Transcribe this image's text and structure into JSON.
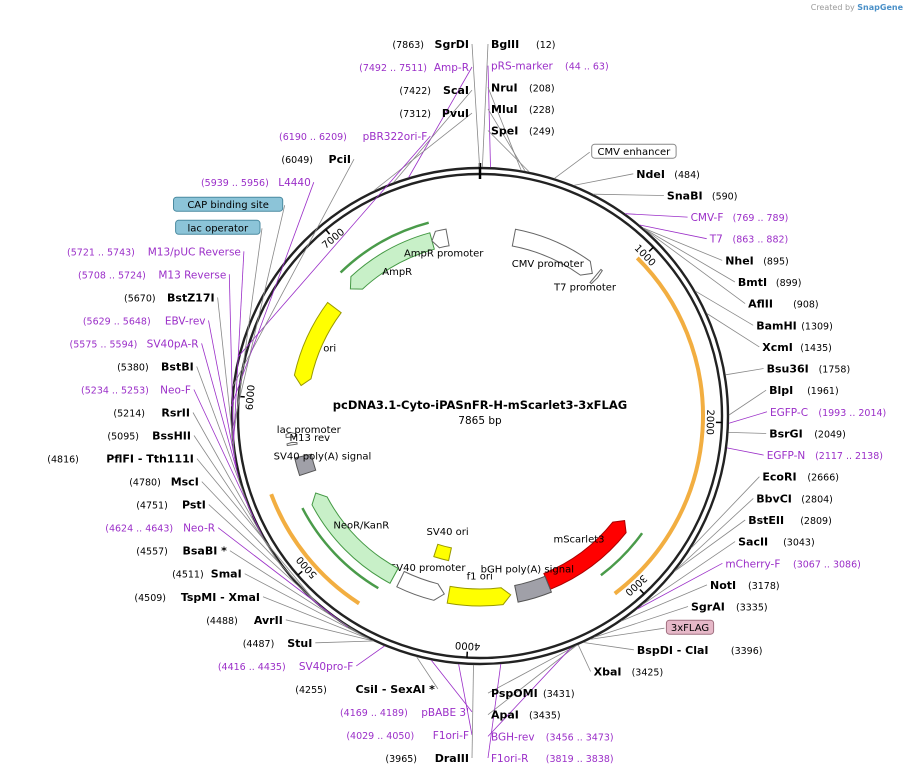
{
  "credit": {
    "prefix": "Created by",
    "brand": "SnapGene"
  },
  "plasmid": {
    "name": "pcDNA3.1-Cyto-iPASnFR-H-mScarlet3-3xFLAG",
    "length_label": "7865 bp",
    "length": 7865
  },
  "ticks": [
    {
      "label": "1000",
      "pos": 1000
    },
    {
      "label": "2000",
      "pos": 2000
    },
    {
      "label": "3000",
      "pos": 3000
    },
    {
      "label": "4000",
      "pos": 4000
    },
    {
      "label": "5000",
      "pos": 5000
    },
    {
      "label": "6000",
      "pos": 6000
    },
    {
      "label": "7000",
      "pos": 7000
    }
  ],
  "enzymes": [
    {
      "name": "SgrDI",
      "pos": "(7863)",
      "site": 7863
    },
    {
      "name": "BglII",
      "pos": "(12)",
      "site": 12
    },
    {
      "name": "NruI",
      "pos": "(208)",
      "site": 208
    },
    {
      "name": "MluI",
      "pos": "(228)",
      "site": 228
    },
    {
      "name": "SpeI",
      "pos": "(249)",
      "site": 249
    },
    {
      "name": "NdeI",
      "pos": "(484)",
      "site": 484
    },
    {
      "name": "SnaBI",
      "pos": "(590)",
      "site": 590
    },
    {
      "name": "NheI",
      "pos": "(895)",
      "site": 895
    },
    {
      "name": "BmtI",
      "pos": "(899)",
      "site": 899
    },
    {
      "name": "AflII",
      "pos": "(908)",
      "site": 908
    },
    {
      "name": "BamHI",
      "pos": "(1309)",
      "site": 1309
    },
    {
      "name": "XcmI",
      "pos": "(1435)",
      "site": 1435
    },
    {
      "name": "Bsu36I",
      "pos": "(1758)",
      "site": 1758
    },
    {
      "name": "BlpI",
      "pos": "(1961)",
      "site": 1961
    },
    {
      "name": "BsrGI",
      "pos": "(2049)",
      "site": 2049
    },
    {
      "name": "EcoRI",
      "pos": "(2666)",
      "site": 2666
    },
    {
      "name": "BbvCI",
      "pos": "(2804)",
      "site": 2804
    },
    {
      "name": "BstEII",
      "pos": "(2809)",
      "site": 2809
    },
    {
      "name": "SacII",
      "pos": "(3043)",
      "site": 3043
    },
    {
      "name": "NotI",
      "pos": "(3178)",
      "site": 3178
    },
    {
      "name": "SgrAI",
      "pos": "(3335)",
      "site": 3335
    },
    {
      "name": "BspDI - ClaI",
      "pos": "(3396)",
      "site": 3396
    },
    {
      "name": "XbaI",
      "pos": "(3425)",
      "site": 3425
    },
    {
      "name": "PspOMI",
      "pos": "(3431)",
      "site": 3431
    },
    {
      "name": "ApaI",
      "pos": "(3435)",
      "site": 3435
    },
    {
      "name": "DraIII",
      "pos": "(3965)",
      "site": 3965
    },
    {
      "name": "CsiI - SexAI *",
      "pos": "(4255)",
      "site": 4255
    },
    {
      "name": "StuI",
      "pos": "(4487)",
      "site": 4487
    },
    {
      "name": "AvrII",
      "pos": "(4488)",
      "site": 4488
    },
    {
      "name": "TspMI - XmaI",
      "pos": "(4509)",
      "site": 4509
    },
    {
      "name": "SmaI",
      "pos": "(4511)",
      "site": 4511
    },
    {
      "name": "BsaBI *",
      "pos": "(4557)",
      "site": 4557
    },
    {
      "name": "PstI",
      "pos": "(4751)",
      "site": 4751
    },
    {
      "name": "MscI",
      "pos": "(4780)",
      "site": 4780
    },
    {
      "name": "PflFI - Tth111I",
      "pos": "(4816)",
      "site": 4816
    },
    {
      "name": "BssHII",
      "pos": "(5095)",
      "site": 5095
    },
    {
      "name": "RsrII",
      "pos": "(5214)",
      "site": 5214
    },
    {
      "name": "BstBI",
      "pos": "(5380)",
      "site": 5380
    },
    {
      "name": "BstZ17I",
      "pos": "(5670)",
      "site": 5670
    },
    {
      "name": "PciI",
      "pos": "(6049)",
      "site": 6049
    },
    {
      "name": "PvuI",
      "pos": "(7312)",
      "site": 7312
    },
    {
      "name": "ScaI",
      "pos": "(7422)",
      "site": 7422
    }
  ],
  "primers": [
    {
      "name": "pRS-marker",
      "range": "(44 .. 63)",
      "site": 53
    },
    {
      "name": "CMV-F",
      "range": "(769 .. 789)",
      "site": 779
    },
    {
      "name": "T7",
      "range": "(863 .. 882)",
      "site": 872
    },
    {
      "name": "EGFP-C",
      "range": "(1993 .. 2014)",
      "site": 2003
    },
    {
      "name": "EGFP-N",
      "range": "(2117 .. 2138)",
      "site": 2127
    },
    {
      "name": "mCherry-F",
      "range": "(3067 .. 3086)",
      "site": 3076
    },
    {
      "name": "BGH-rev",
      "range": "(3456 .. 3473)",
      "site": 3464
    },
    {
      "name": "F1ori-R",
      "range": "(3819 .. 3838)",
      "site": 3828
    },
    {
      "name": "F1ori-F",
      "range": "(4029 .. 4050)",
      "site": 4040
    },
    {
      "name": "pBABE 3'",
      "range": "(4169 .. 4189)",
      "site": 4179
    },
    {
      "name": "SV40pro-F",
      "range": "(4416 .. 4435)",
      "site": 4425
    },
    {
      "name": "Neo-R",
      "range": "(4624 .. 4643)",
      "site": 4633
    },
    {
      "name": "Neo-F",
      "range": "(5234 .. 5253)",
      "site": 5243
    },
    {
      "name": "SV40pA-R",
      "range": "(5575 .. 5594)",
      "site": 5584
    },
    {
      "name": "EBV-rev",
      "range": "(5629 .. 5648)",
      "site": 5638
    },
    {
      "name": "M13 Reverse",
      "range": "(5708 .. 5724)",
      "site": 5716
    },
    {
      "name": "M13/pUC Reverse",
      "range": "(5721 .. 5743)",
      "site": 5732
    },
    {
      "name": "L4440",
      "range": "(5939 .. 5956)",
      "site": 5947
    },
    {
      "name": "pBR322ori-F",
      "range": "(6190 .. 6209)",
      "site": 6199
    },
    {
      "name": "Amp-R",
      "range": "(7492 .. 7511)",
      "site": 7501
    }
  ],
  "boxed_labels": [
    {
      "name": "CMV enhancer",
      "site": 380,
      "fill": "#ffffff",
      "stroke": "#888888"
    },
    {
      "name": "3xFLAG",
      "site": 3360,
      "fill": "#e6b8c8",
      "stroke": "#a07080"
    },
    {
      "name": "CAP binding site",
      "site": 5812,
      "fill": "#8cc4d8",
      "stroke": "#4a8aa0"
    },
    {
      "name": "lac operator",
      "site": 5760,
      "fill": "#8cc4d8",
      "stroke": "#4a8aa0"
    }
  ],
  "features": [
    {
      "name": "CMV promoter",
      "start": 235,
      "end": 835,
      "color": "#ffffff",
      "stroke": "#666666",
      "dir": 1
    },
    {
      "name": "T7 promoter",
      "start": 863,
      "end": 882,
      "color": "#ffffff",
      "stroke": "#666666",
      "dir": 1
    },
    {
      "name": "mScarlet3",
      "start": 2750,
      "end": 3450,
      "color": "#ff0000",
      "stroke": "#aa0000",
      "dir": -1
    },
    {
      "name": "bGH poly(A) signal",
      "start": 3450,
      "end": 3680,
      "color": "#a0a0a8",
      "stroke": "#555555",
      "dir": 0
    },
    {
      "name": "f1 ori",
      "start": 3720,
      "end": 4150,
      "color": "#ffff00",
      "stroke": "#999900",
      "dir": -1
    },
    {
      "name": "SV40 promoter",
      "start": 4180,
      "end": 4500,
      "color": "#ffffff",
      "stroke": "#666666",
      "dir": -1
    },
    {
      "name": "SV40 ori",
      "start": 4200,
      "end": 4330,
      "color": "#ffff00",
      "stroke": "#999900",
      "dir": 0
    },
    {
      "name": "NeoR/KanR",
      "start": 4550,
      "end": 5350,
      "color": "#c8f0c8",
      "stroke": "#449944",
      "dir": 1
    },
    {
      "name": "SV40 poly(A) signal",
      "start": 5500,
      "end": 5620,
      "color": "#a0a0a8",
      "stroke": "#555555",
      "dir": 0
    },
    {
      "name": "lac promoter",
      "start": 5760,
      "end": 5790,
      "color": "#ffffff",
      "stroke": "#666666",
      "dir": 1
    },
    {
      "name": "M13 rev",
      "start": 5708,
      "end": 5724,
      "color": "#ffffff",
      "stroke": "#666666",
      "dir": 1
    },
    {
      "name": "ori",
      "start": 6110,
      "end": 6700,
      "color": "#ffff00",
      "stroke": "#999900",
      "dir": -1
    },
    {
      "name": "AmpR",
      "start": 6870,
      "end": 7530,
      "color": "#c8f0c8",
      "stroke": "#449944",
      "dir": -1
    },
    {
      "name": "AmpR promoter",
      "start": 7530,
      "end": 7640,
      "color": "#ffffff",
      "stroke": "#666666",
      "dir": -1
    }
  ],
  "inner_arcs": [
    {
      "name": "orange-insert-arc",
      "start": 980,
      "end": 3120,
      "color": "#f0a020"
    },
    {
      "name": "orange-neo-arc",
      "start": 4650,
      "end": 5450,
      "color": "#f0a020"
    },
    {
      "name": "green-mscarlet-arc",
      "start": 2750,
      "end": 3120,
      "color": "#2a8a2a"
    },
    {
      "name": "green-neo-arc",
      "start": 4600,
      "end": 5300,
      "color": "#2a8a2a"
    },
    {
      "name": "green-amp-arc",
      "start": 6900,
      "end": 7540,
      "color": "#2a8a2a"
    }
  ]
}
